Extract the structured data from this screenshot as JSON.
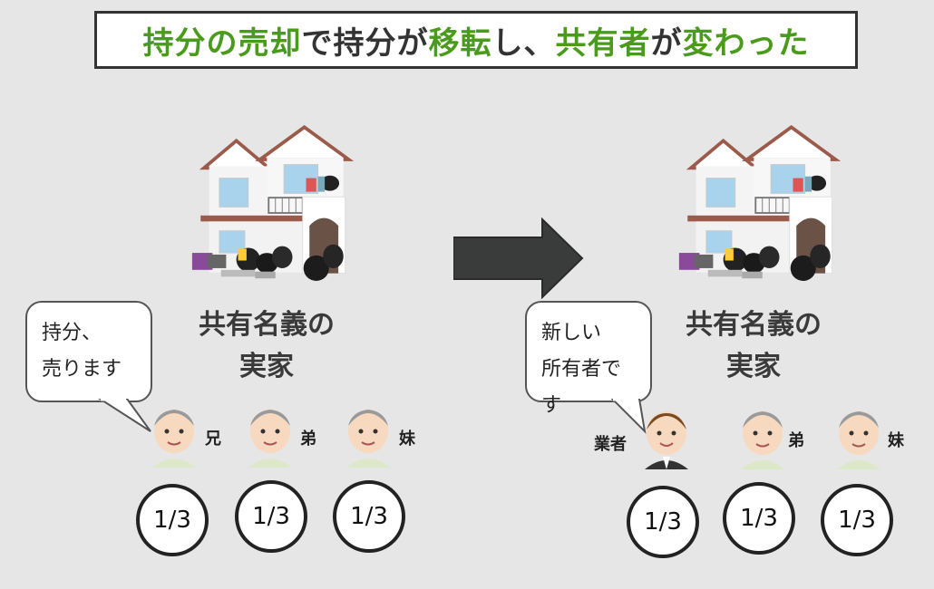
{
  "colors": {
    "accent_green": "#4a9a1c",
    "text_dark": "#333333"
  },
  "title": {
    "segments": [
      {
        "text": "持分の売却",
        "color": "green"
      },
      {
        "text": "で持分が",
        "color": "dark"
      },
      {
        "text": "移転",
        "color": "green"
      },
      {
        "text": "し、",
        "color": "dark"
      },
      {
        "text": "共有者",
        "color": "green"
      },
      {
        "text": "が",
        "color": "dark"
      },
      {
        "text": "変わった",
        "color": "green"
      }
    ]
  },
  "left": {
    "house_label_line1": "共有名義の",
    "house_label_line2": "実家",
    "bubble_line1": "持分、",
    "bubble_line2": "売ります",
    "people": [
      {
        "label": "兄",
        "share": "1/3"
      },
      {
        "label": "弟",
        "share": "1/3"
      },
      {
        "label": "妹",
        "share": "1/3"
      }
    ]
  },
  "arrow": {
    "icon": "right-arrow-icon"
  },
  "right": {
    "house_label_line1": "共有名義の",
    "house_label_line2": "実家",
    "bubble_line1": "新しい",
    "bubble_line2": "所有者です",
    "people": [
      {
        "label": "業者",
        "share": "1/3"
      },
      {
        "label": "弟",
        "share": "1/3"
      },
      {
        "label": "妹",
        "share": "1/3"
      }
    ]
  }
}
